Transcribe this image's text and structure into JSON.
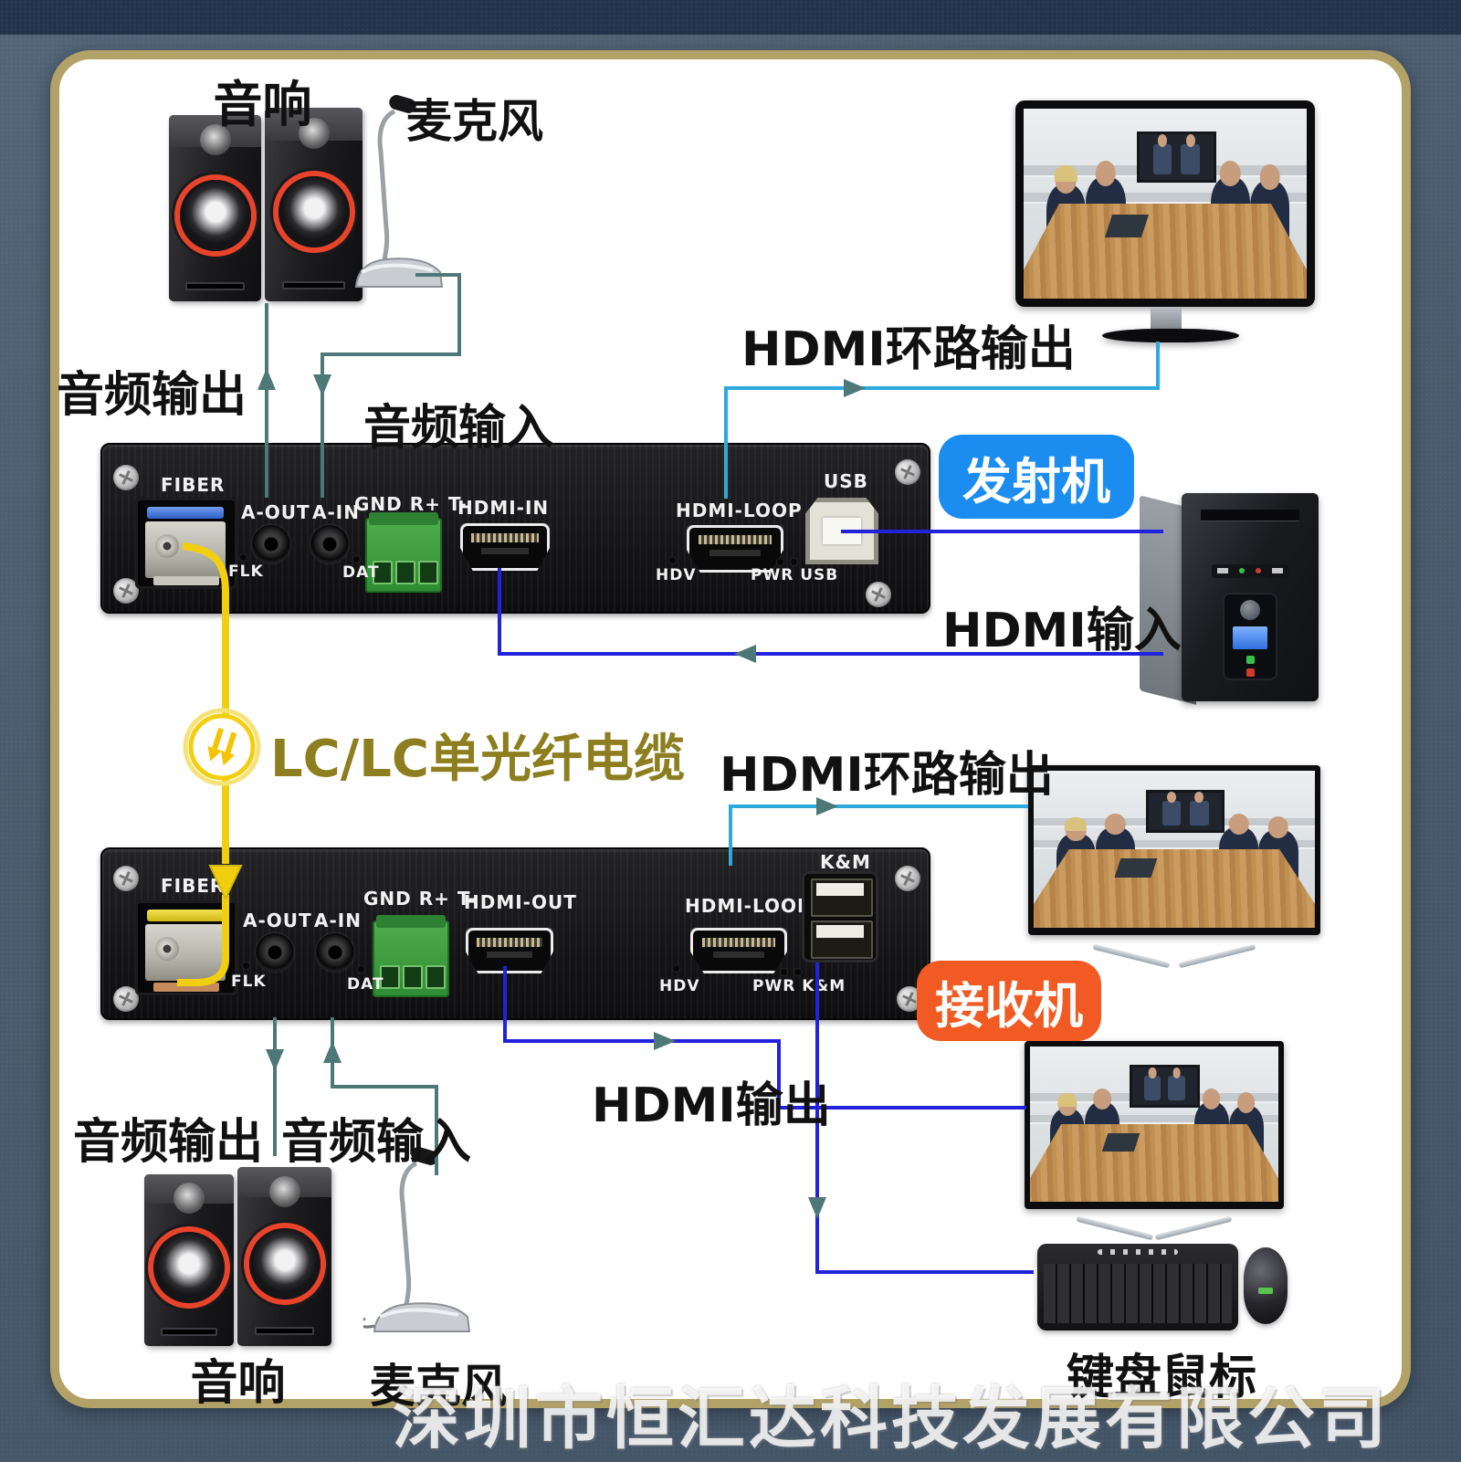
{
  "labels": {
    "speaker_top": "音响",
    "mic_top": "麦克风",
    "audio_out_top": "音频输出",
    "audio_in_top": "音频输入",
    "hdmi_loop_out_top": "HDMI环路输出",
    "transmitter": "发射机",
    "hdmi_in": "HDMI输入",
    "fiber_cable": "LC/LC单光纤电缆",
    "hdmi_loop_out_bottom": "HDMI环路输出",
    "receiver": "接收机",
    "hdmi_out": "HDMI输出",
    "audio_out_bottom": "音频输出",
    "audio_in_bottom": "音频输入",
    "speaker_bottom": "音响",
    "mic_bottom": "麦克风",
    "keyboard_mouse": "键盘鼠标",
    "watermark": "深圳市恒汇达科技发展有限公司"
  },
  "tx": {
    "fiber": "FIBER",
    "a_out": "A-OUT",
    "a_in": "A-IN",
    "flk": "FLK",
    "gnd": "GND R+ T-",
    "dat": "DAT",
    "hdmi_in": "HDMI-IN",
    "hdmi_loop": "HDMI-LOOP",
    "hdv": "HDV",
    "pwr_usb": "PWR USB",
    "usb": "USB"
  },
  "rx": {
    "fiber": "FIBER",
    "a_out": "A-OUT",
    "a_in": "A-IN",
    "flk": "FLK",
    "gnd": "GND R+ T-",
    "dat": "DAT",
    "hdmi_out": "HDMI-OUT",
    "hdmi_loop": "HDMI-LOOP",
    "hdv": "HDV",
    "pwr_km": "PWR K&M",
    "km": "K&M"
  },
  "colors": {
    "page_background": "#4b5c6e",
    "card_border_gold": "#b3a267",
    "line_blue": "#2222dd",
    "line_cyan": "#2ea9dd",
    "line_audio": "#4e7878",
    "fiber_yellow": "#f2cf0e",
    "olive_text": "#8d7f1f",
    "accent_blue_badge": "#1b8cf0",
    "accent_orange_badge": "#f15a22"
  }
}
